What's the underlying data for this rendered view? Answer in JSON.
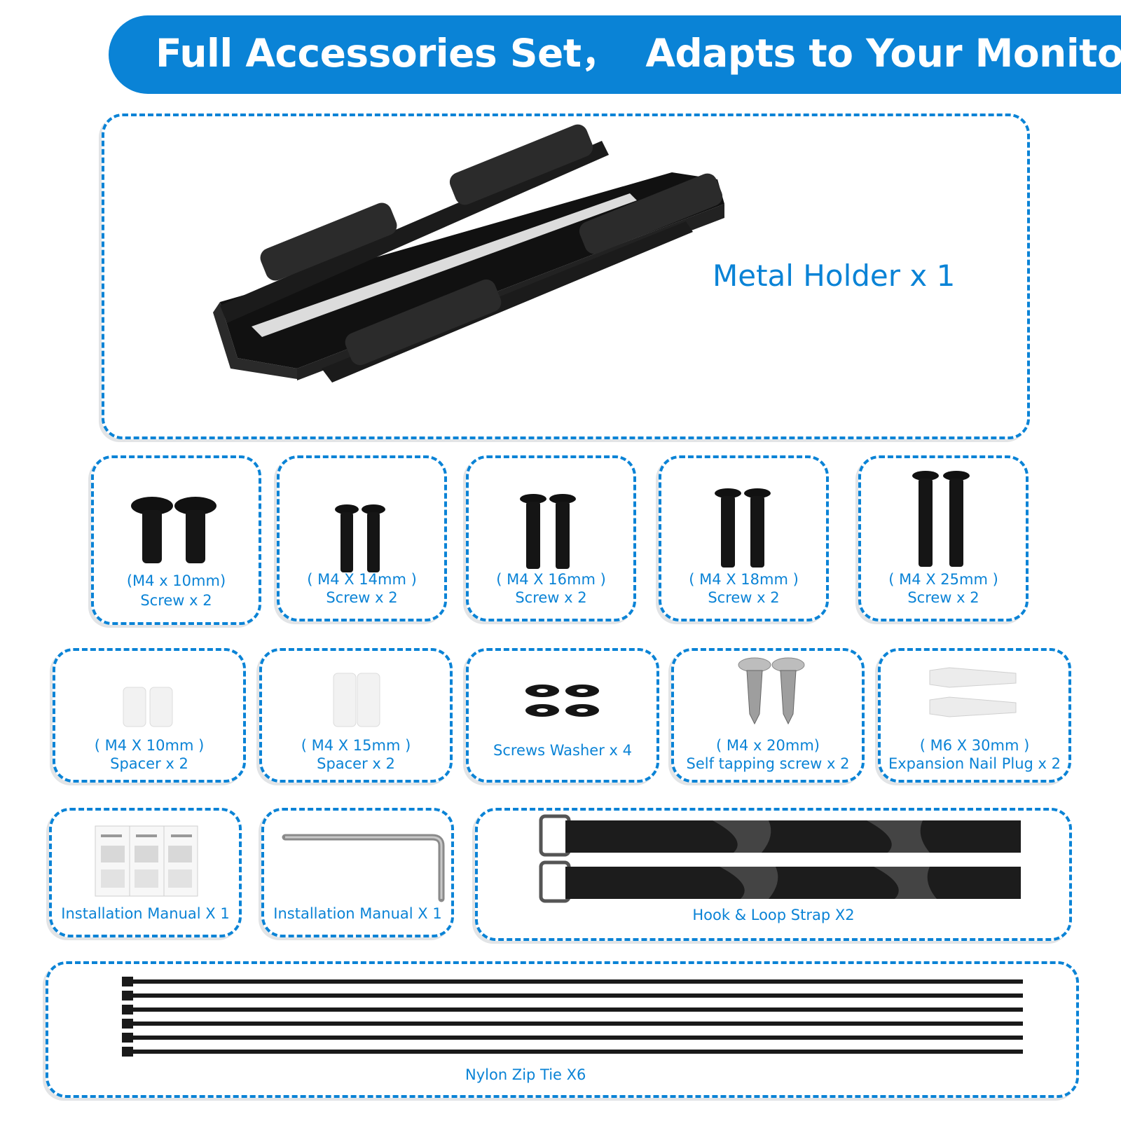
{
  "banner": {
    "title": "Full Accessories Set，  Adapts to Your Monitor."
  },
  "main": {
    "metal_holder": "Metal Holder x 1"
  },
  "row1": [
    {
      "spec": "(M4 x 10mm)",
      "item": "Screw x 2"
    },
    {
      "spec": "( M4 X 14mm )",
      "item": "Screw x 2"
    },
    {
      "spec": "( M4 X 16mm )",
      "item": "Screw x 2"
    },
    {
      "spec": "( M4 X 18mm )",
      "item": "Screw x 2"
    },
    {
      "spec": "( M4 X 25mm )",
      "item": "Screw x 2"
    }
  ],
  "row2": [
    {
      "spec": "( M4 X 10mm )",
      "item": "Spacer x 2"
    },
    {
      "spec": "( M4 X 15mm )",
      "item": "Spacer x 2"
    },
    {
      "item": "Screws Washer x 4"
    },
    {
      "spec": "( M4 x 20mm)",
      "item": "Self tapping screw x 2"
    },
    {
      "spec": "( M6 X 30mm )",
      "item": "Expansion Nail Plug x 2"
    }
  ],
  "row3": [
    {
      "item": "Installation Manual X 1"
    },
    {
      "item": "Installation Manual X 1"
    },
    {
      "item": "Hook & Loop Strap X2"
    }
  ],
  "row4": {
    "item": "Nylon Zip Tie X6"
  },
  "colors": {
    "accent": "#0a83d6",
    "border_shadow": "#e2e4e6"
  }
}
